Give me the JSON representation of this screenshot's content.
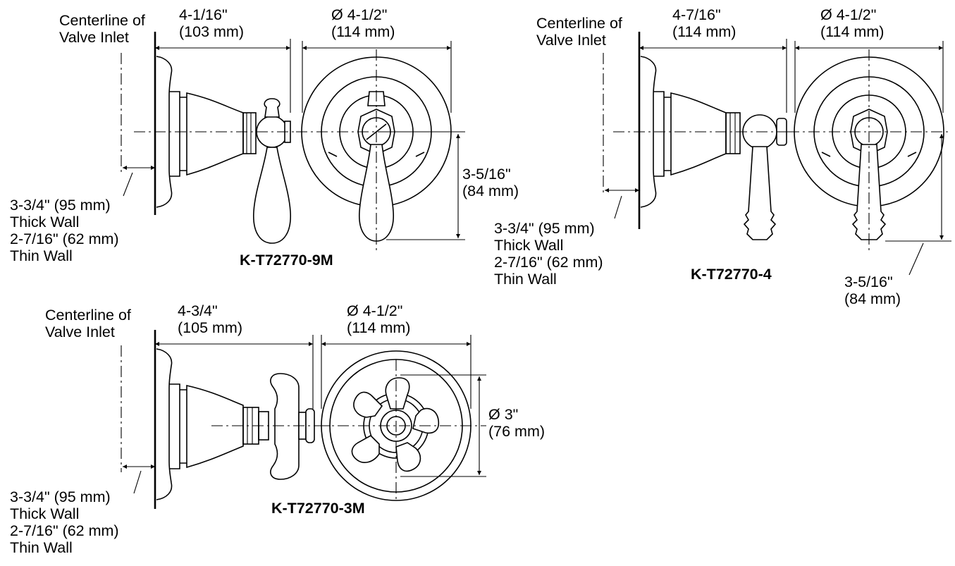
{
  "diagrams": [
    {
      "model": "K-T72770-9M",
      "centerline_label": [
        "Centerline of",
        "Valve Inlet"
      ],
      "projection_dim": [
        "4-1/16\"",
        "(103 mm)"
      ],
      "diameter_dim": [
        "Ø 4-1/2\"",
        "(114 mm)"
      ],
      "height_dim": [
        "3-5/16\"",
        "(84 mm)"
      ],
      "wall_note": [
        "3-3/4\" (95 mm)",
        "Thick Wall",
        "2-7/16\" (62 mm)",
        "Thin Wall"
      ]
    },
    {
      "model": "K-T72770-4",
      "centerline_label": [
        "Centerline of",
        "Valve Inlet"
      ],
      "projection_dim": [
        "4-7/16\"",
        "(114 mm)"
      ],
      "diameter_dim": [
        "Ø 4-1/2\"",
        "(114 mm)"
      ],
      "height_dim": [
        "3-5/16\"",
        "(84 mm)"
      ],
      "wall_note": [
        "3-3/4\" (95 mm)",
        "Thick Wall",
        "2-7/16\" (62 mm)",
        "Thin Wall"
      ]
    },
    {
      "model": "K-T72770-3M",
      "centerline_label": [
        "Centerline of",
        "Valve Inlet"
      ],
      "projection_dim": [
        "4-3/4\"",
        "(105 mm)"
      ],
      "diameter_dim": [
        "Ø 4-1/2\"",
        "(114 mm)"
      ],
      "handle_dim": [
        "Ø 3\"",
        "(76 mm)"
      ],
      "wall_note": [
        "3-3/4\" (95 mm)",
        "Thick Wall",
        "2-7/16\" (62 mm)",
        "Thin Wall"
      ]
    }
  ]
}
